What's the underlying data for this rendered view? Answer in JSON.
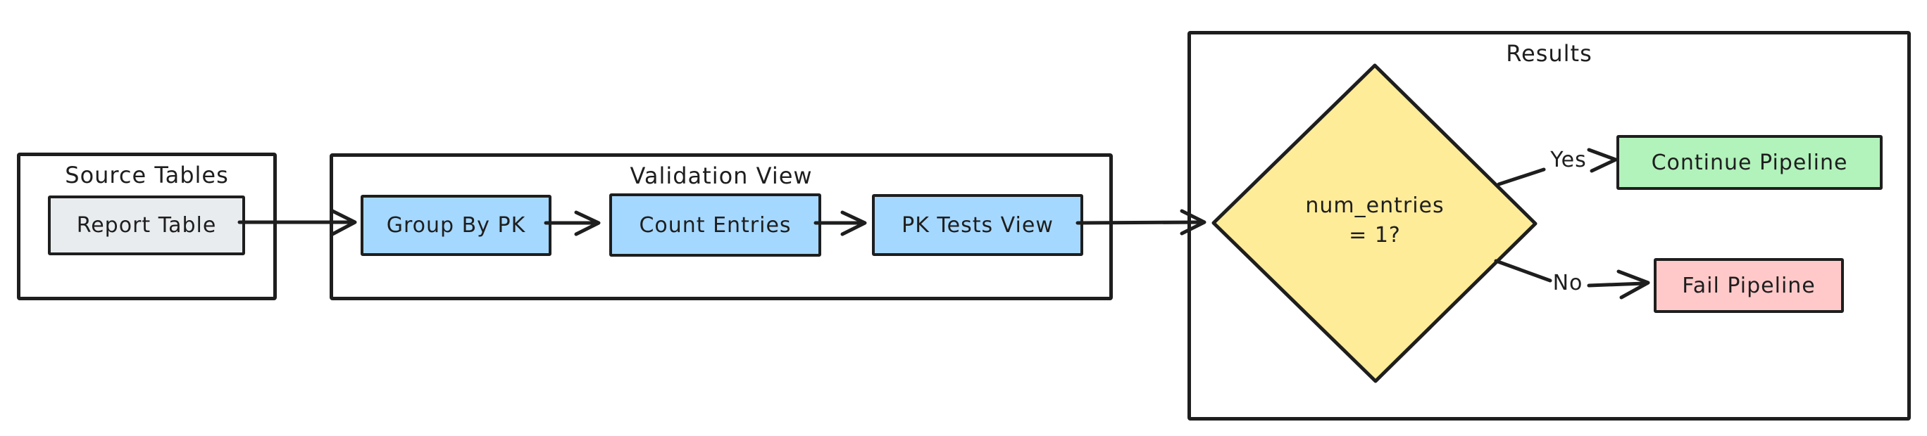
{
  "canvas": {
    "background": "#ffffff",
    "stroke_color": "#1e1e1e"
  },
  "groups": {
    "source": {
      "title": "Source Tables"
    },
    "validation": {
      "title": "Validation View"
    },
    "results": {
      "title": "Results"
    }
  },
  "nodes": {
    "report_table": {
      "label": "Report Table",
      "fill": "#e9ecef"
    },
    "group_by_pk": {
      "label": "Group By PK",
      "fill": "#a5d8ff"
    },
    "count_entries": {
      "label": "Count Entries",
      "fill": "#a5d8ff"
    },
    "pk_tests_view": {
      "label": "PK Tests View",
      "fill": "#a5d8ff"
    },
    "decision": {
      "line1": "num_entries",
      "line2": "= 1?",
      "fill": "#ffec99"
    },
    "continue_pipeline": {
      "label": "Continue Pipeline",
      "fill": "#b2f2bb"
    },
    "fail_pipeline": {
      "label": "Fail Pipeline",
      "fill": "#ffc9c9"
    }
  },
  "edges": {
    "yes_label": "Yes",
    "no_label": "No"
  }
}
